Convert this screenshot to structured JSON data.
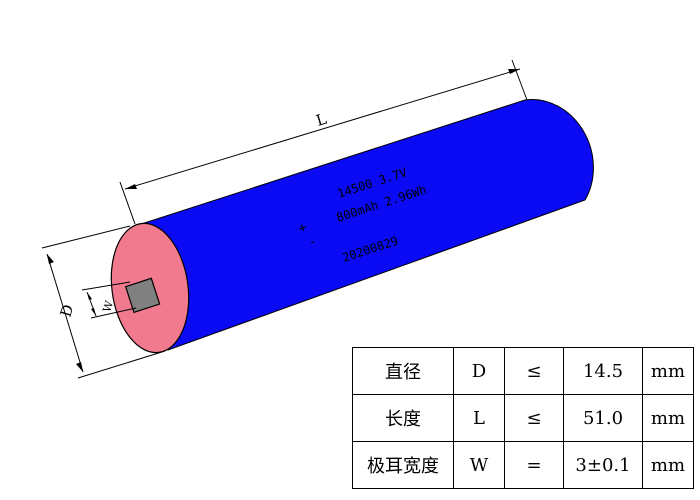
{
  "colors": {
    "battery_body": "#0a0af5",
    "battery_end": "#f27a8e",
    "tab": "#808080",
    "ink": "#000000"
  },
  "dimensions": {
    "length_label": "L",
    "diameter_label": "D",
    "tab_width_label": "W"
  },
  "battery_label": {
    "line1": "14500 3.7V",
    "line2": "800mAh 2.96Wh",
    "line3": "20200829",
    "plus": "+",
    "minus": "-"
  },
  "spec_table": {
    "rows": [
      {
        "name": "直径",
        "symbol": "D",
        "operator": "≤",
        "value": "14.5",
        "unit": "mm"
      },
      {
        "name": "长度",
        "symbol": "L",
        "operator": "≤",
        "value": "51.0",
        "unit": "mm"
      },
      {
        "name": "极耳宽度",
        "symbol": "W",
        "operator": "=",
        "value": "3±0.1",
        "unit": "mm"
      }
    ]
  }
}
